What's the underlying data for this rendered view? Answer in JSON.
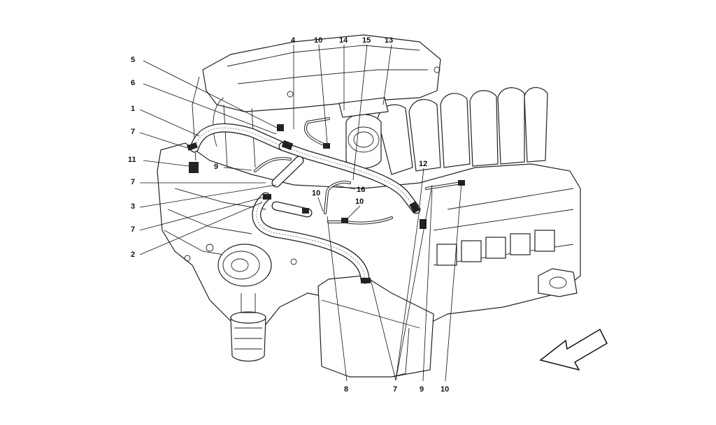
{
  "diagram": {
    "callouts": [
      {
        "key": "c5",
        "label": "5"
      },
      {
        "key": "c6",
        "label": "6"
      },
      {
        "key": "c1",
        "label": "1"
      },
      {
        "key": "c7a",
        "label": "7"
      },
      {
        "key": "c11",
        "label": "11"
      },
      {
        "key": "c9a",
        "label": "9"
      },
      {
        "key": "c7b",
        "label": "7"
      },
      {
        "key": "c3",
        "label": "3"
      },
      {
        "key": "c7c",
        "label": "7"
      },
      {
        "key": "c2",
        "label": "2"
      },
      {
        "key": "c4",
        "label": "4"
      },
      {
        "key": "c10a",
        "label": "10"
      },
      {
        "key": "c14",
        "label": "14"
      },
      {
        "key": "c15",
        "label": "15"
      },
      {
        "key": "c13",
        "label": "13"
      },
      {
        "key": "c12",
        "label": "12"
      },
      {
        "key": "c16",
        "label": "16"
      },
      {
        "key": "c10b",
        "label": "10"
      },
      {
        "key": "c10c",
        "label": "10"
      },
      {
        "key": "c8",
        "label": "8"
      },
      {
        "key": "c7d",
        "label": "7"
      },
      {
        "key": "c9b",
        "label": "9"
      },
      {
        "key": "c10d",
        "label": "10"
      }
    ],
    "icons": {
      "direction_arrow": "front-direction-arrow-icon"
    }
  }
}
